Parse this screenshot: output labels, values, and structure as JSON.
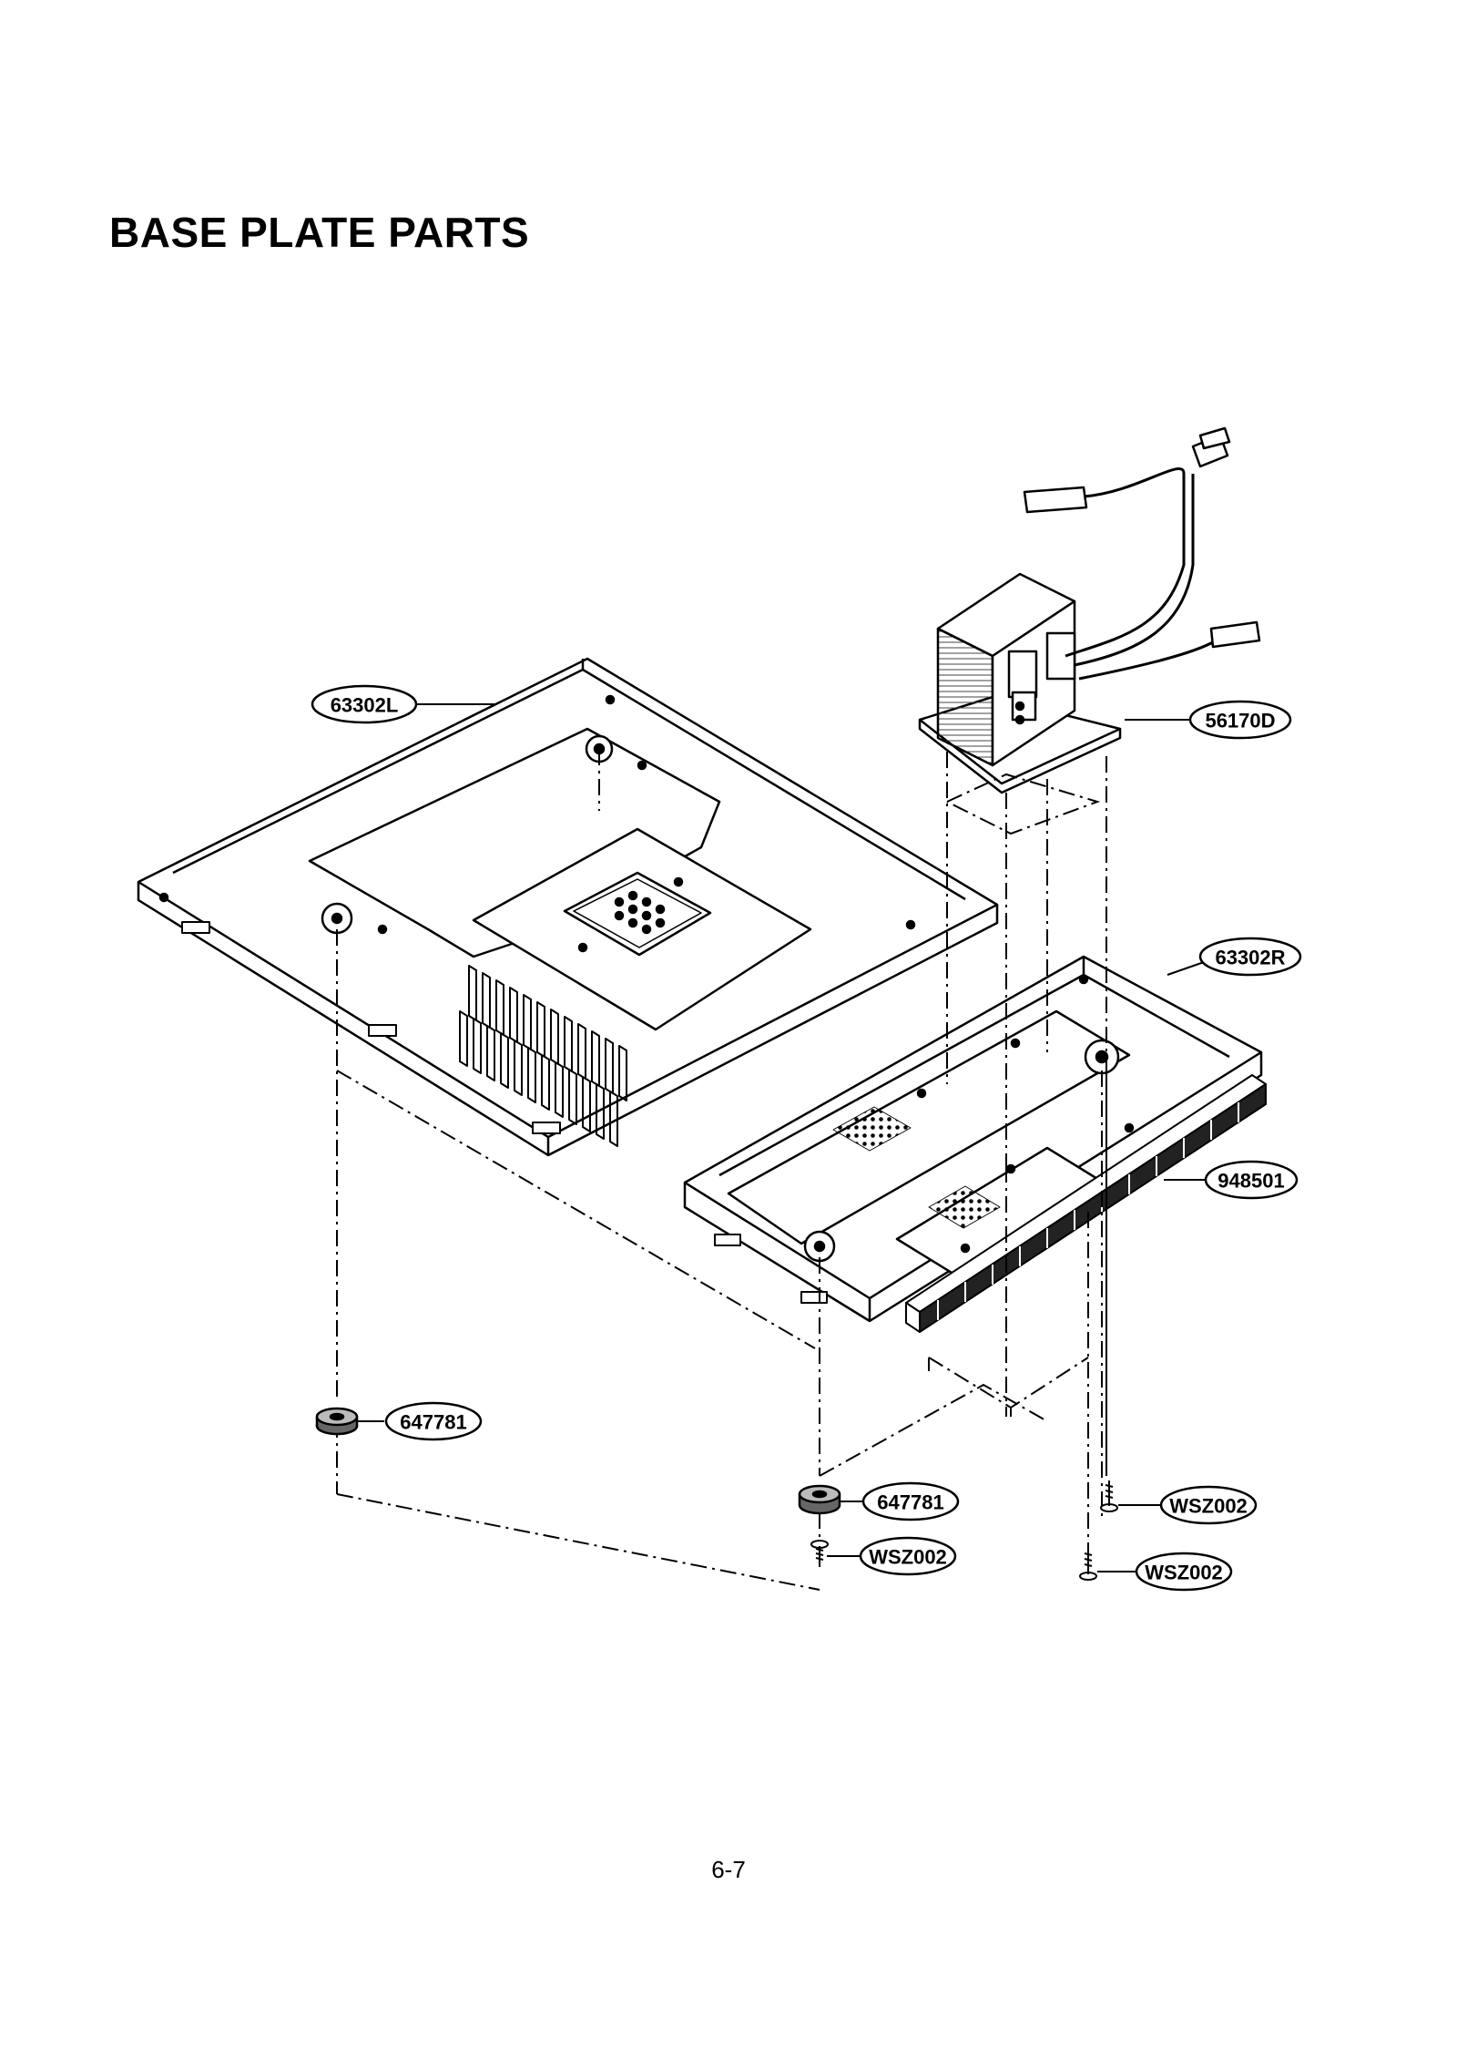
{
  "page": {
    "title": "BASE PLATE PARTS",
    "number": "6-7"
  },
  "parts": {
    "base_plate_left": "63302L",
    "transformer": "56170D",
    "base_plate_right": "63302R",
    "wire_comb": "948501",
    "foot_left": "647781",
    "foot_center": "647781",
    "screw_center": "WSZ002",
    "screw_right_upper": "WSZ002",
    "screw_right_lower": "WSZ002"
  }
}
